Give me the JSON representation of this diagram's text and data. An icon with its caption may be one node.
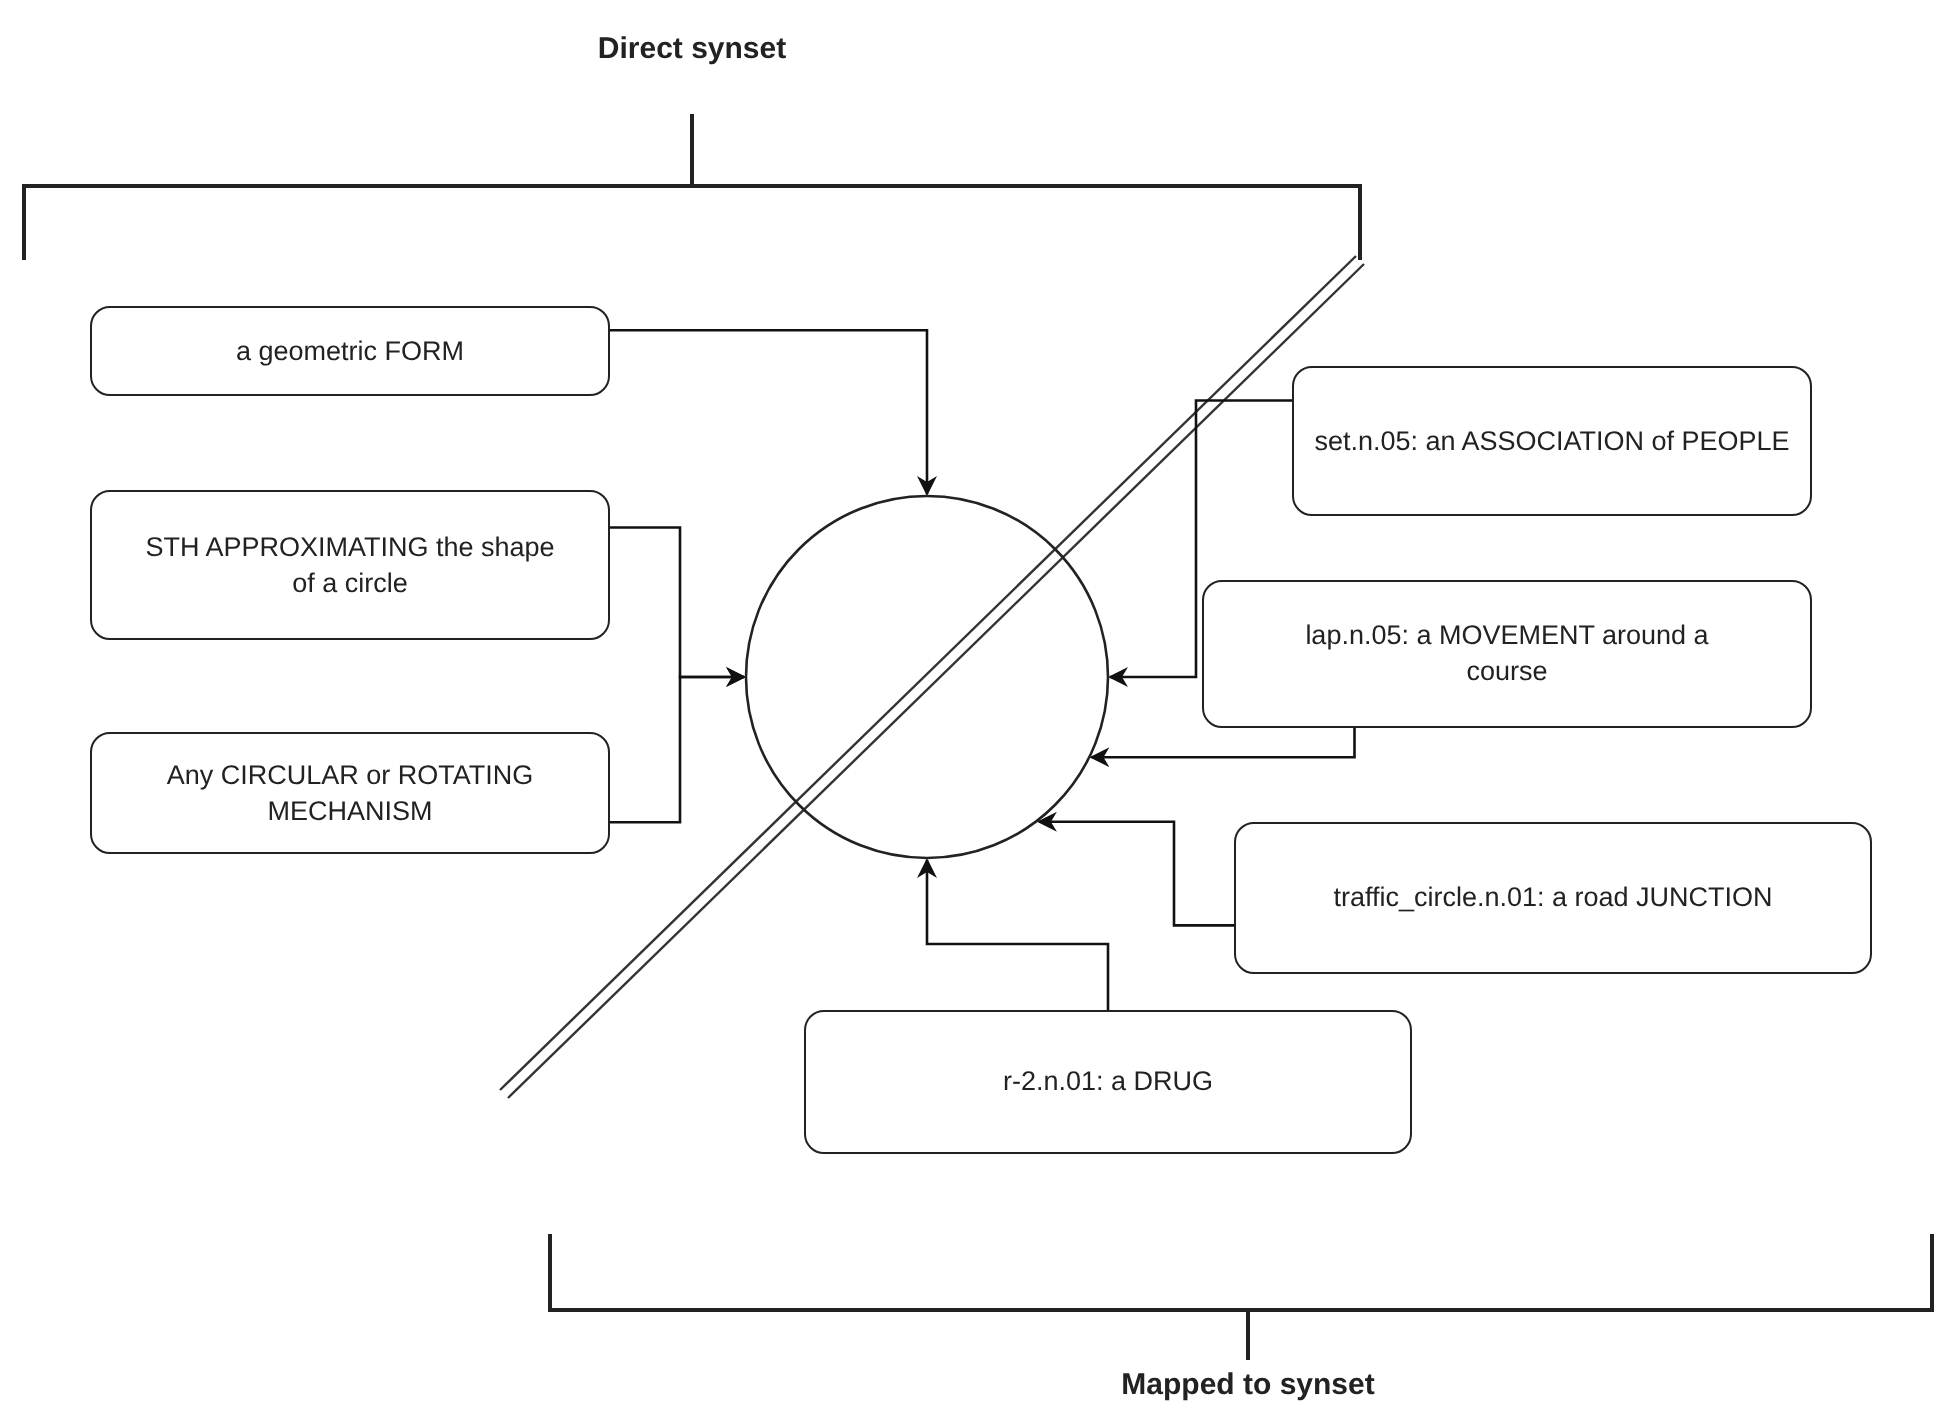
{
  "diagram": {
    "nodes": [
      {
        "text": [],
        "shape": "circle"
      },
      {
        "text": [
          "a geometric FORM"
        ]
      },
      {
        "text": [
          "STH APPROXIMATING the shape of a circle"
        ]
      },
      {
        "text": [
          "Any CIRCULAR or ROTATING MECHANISM"
        ]
      },
      {
        "text": [
          "set.n.05: an ASSOCIATION of PEOPLE"
        ]
      },
      {
        "text": [
          "lap.n.05: a MOVEMENT around a course"
        ]
      },
      {
        "text": [
          "traffic_circle.n.01: a road JUNCTION"
        ]
      },
      {
        "text": [
          "r-2.n.01: a DRUG"
        ]
      }
    ],
    "edges": [
      {
        "from": 1,
        "to": 0,
        "arrow": "to"
      },
      {
        "from": 2,
        "to": 0,
        "arrow": "to"
      },
      {
        "from": 3,
        "to": 0,
        "arrow": "to"
      },
      {
        "from": 4,
        "to": 0,
        "arrow": "to"
      },
      {
        "from": 5,
        "to": 0,
        "arrow": "to"
      },
      {
        "from": 6,
        "to": 0,
        "arrow": "to"
      },
      {
        "from": 7,
        "to": 0,
        "arrow": "to"
      }
    ],
    "labels": [
      "Direct synset",
      "Mapped to synset"
    ]
  }
}
